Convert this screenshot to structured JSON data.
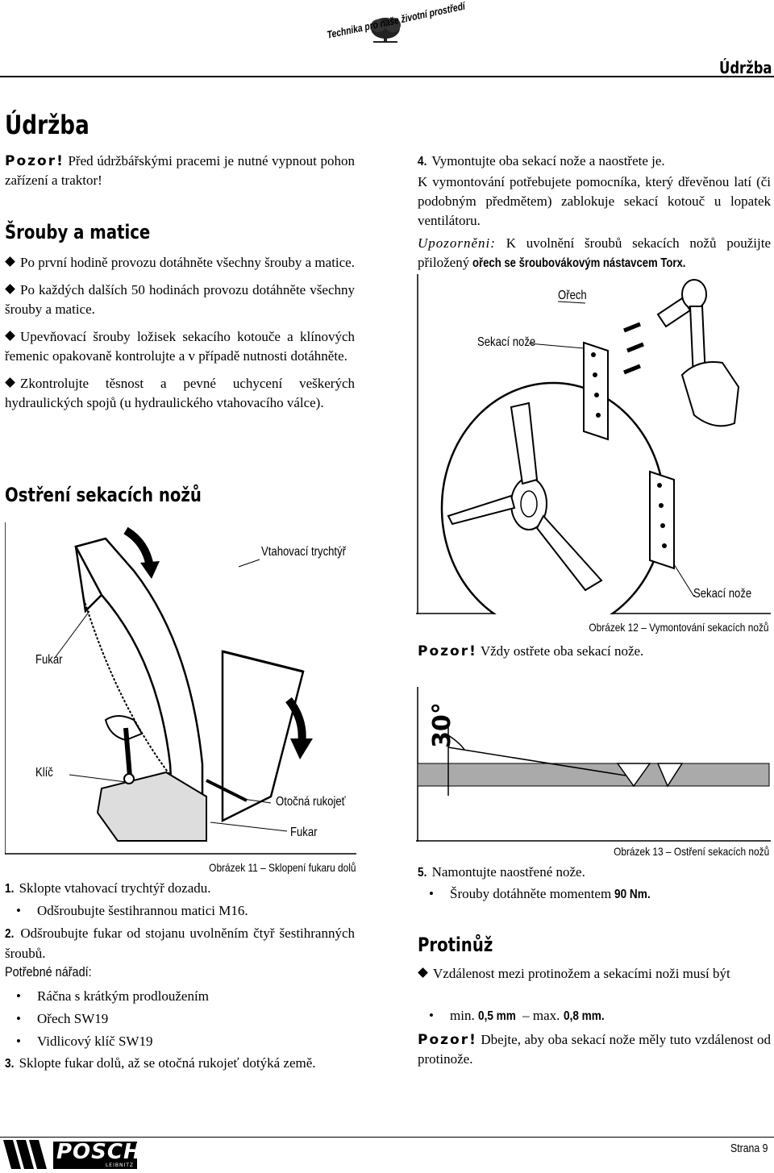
{
  "header": {
    "brand_slogan": "Technika pro naše životní prostředí",
    "section": "Údržba"
  },
  "left": {
    "title": "Údržba",
    "warning": {
      "label": "Pozor!",
      "text": "Před údržbářskými pracemi je nutné vypnout pohon zařízení a traktor!"
    },
    "bolts": {
      "title": "Šrouby a matice",
      "items": [
        "Po první hodině provozu dotáhněte všechny šrouby a matice.",
        "Po každých dalších 50 hodinách provozu dotáhněte všechny šrouby a matice.",
        "Upevňovací šrouby ložisek sekacího kotouče a klínových řemenic opakovaně kontrolujte a v případě nutnosti dotáhněte.",
        "Zkontrolujte těsnost a pevné uchycení veškerých hydraulických spojů (u hydraulického vtahovacího válce)."
      ]
    },
    "sharpening": {
      "title": "Ostření sekacích nožů",
      "figure": {
        "label_funnel": "Vtahovací trychtýř",
        "label_blower": "Fukar",
        "label_key": "Klíč",
        "label_handle": "Otočná rukojeť",
        "label_blower2": "Fukar",
        "caption": "Obrázek 11 – Sklopení fukaru dolů"
      },
      "step1_num": "1.",
      "step1": "Sklopte vtahovací trychtýř dozadu.",
      "step1_sub": "Odšroubujte šestihrannou matici M16.",
      "step2_num": "2.",
      "step2": "Odšroubujte fukar od stojanu uvolněním čtyř šestihranných šroubů.",
      "tools_title": "Potřebné nářadí:",
      "tools": [
        "Ráčna s krátkým prodloužením",
        "Ořech SW19",
        "Vidlicový klíč SW19"
      ],
      "step3_num": "3.",
      "step3": "Sklopte fukar dolů, až se otočná rukojeť dotýká země."
    }
  },
  "right": {
    "step4_num": "4.",
    "step4": "Vymontujte oba sekací nože a naostřete je.",
    "step4_text": "K vymontování potřebujete pomocníka, který dřevěnou latí (či podobným předmětem) zablokuje sekací kotouč u lopatek ventilátoru.",
    "note_label": "Upozorněni:",
    "note_text": "K uvolnění šroubů sekacích nožů použijte přiložený",
    "note_bold": "ořech se šroubovákovým nástavcem Torx.",
    "figure12": {
      "label_nut": "Ořech",
      "label_blades": "Sekací nože",
      "label_blades2": "Sekací nože",
      "caption": "Obrázek 12 – Vymontování sekacích nožů"
    },
    "warning2": {
      "label": "Pozor!",
      "text": "Vždy ostřete oba sekací nože."
    },
    "figure13": {
      "angle": "30°",
      "caption": "Obrázek 13 – Ostření sekacích nožů"
    },
    "step5_num": "5.",
    "step5": "Namontujte naostřené nože.",
    "step5_sub": "Šrouby dotáhněte momentem",
    "step5_torque": "90 Nm.",
    "counter": {
      "title": "Protinůž",
      "item": "Vzdálenost mezi protinožem a sekacími noži musí být",
      "range_min_label": "min.",
      "range_min": "0,5 mm",
      "range_max_label": "– max.",
      "range_max": "0,8 mm.",
      "warning_label": "Pozor!",
      "warning_text": "Dbejte, aby oba sekací nože měly tuto vzdálenost od protinože."
    }
  },
  "footer": {
    "logo_text": "POSCH",
    "logo_sub": "LEIBNITZ",
    "page": "Strana 9"
  }
}
